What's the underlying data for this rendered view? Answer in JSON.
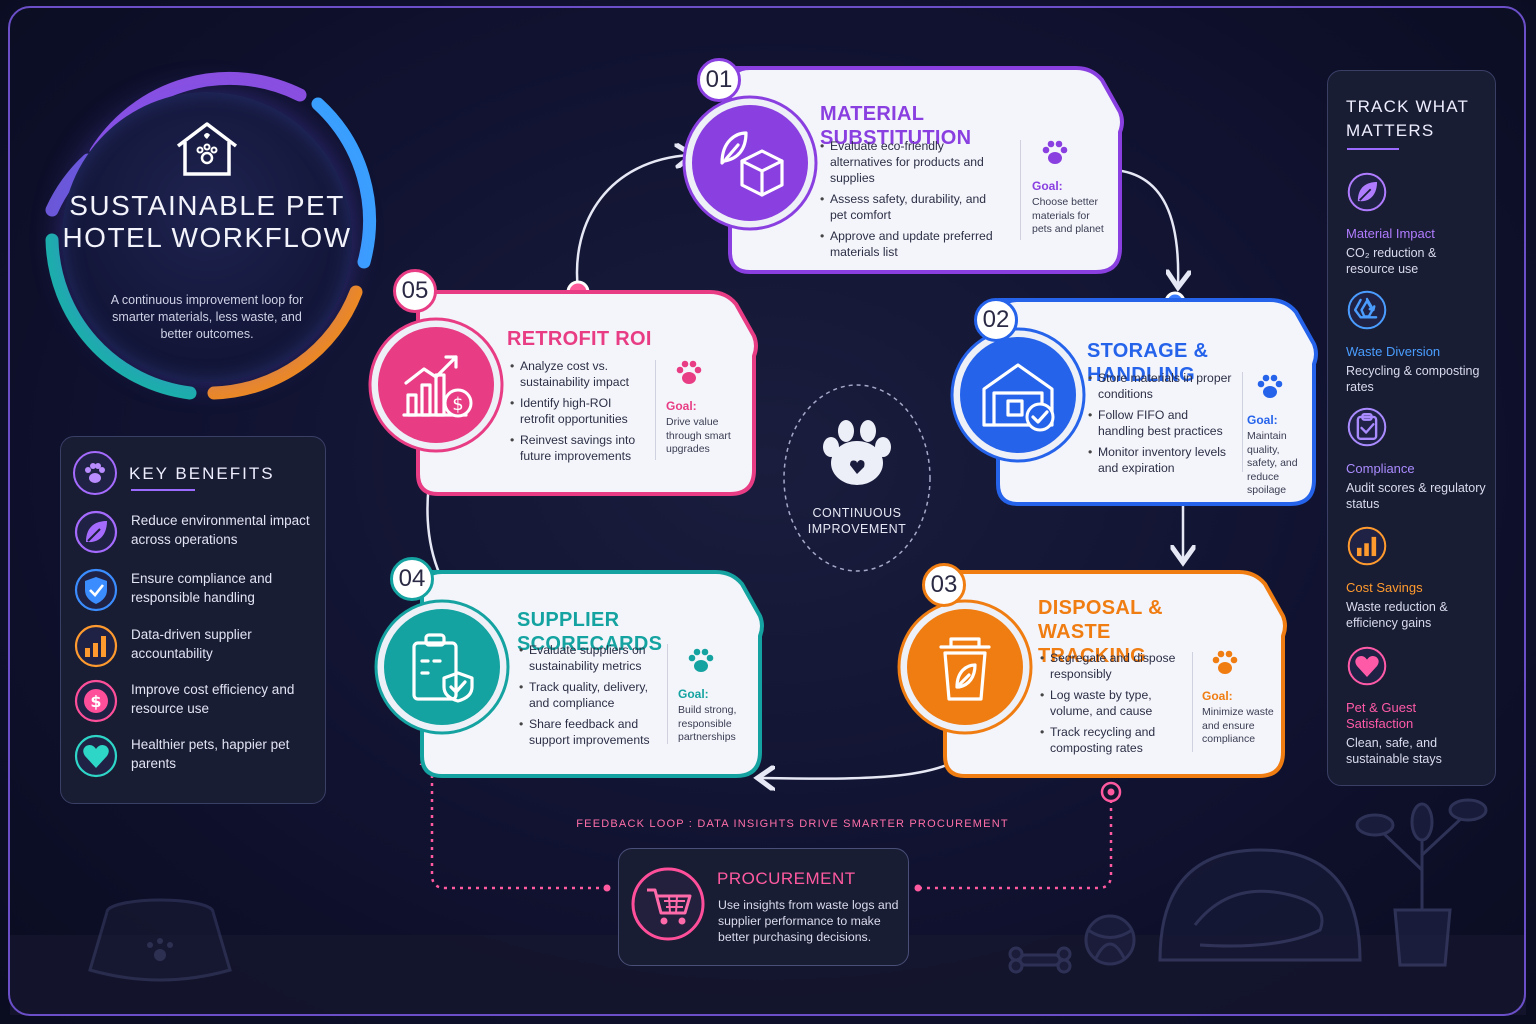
{
  "title": {
    "heading": "SUSTAINABLE PET HOTEL WORKFLOW",
    "subtitle": "A continuous improvement loop for smarter materials, less waste, and better outcomes."
  },
  "key_benefits": {
    "title": "KEY BENEFITS",
    "items": [
      {
        "icon": "leaf-icon",
        "color": "#a56bff",
        "text": "Reduce environmental impact across operations"
      },
      {
        "icon": "shield-check-icon",
        "color": "#3b8dff",
        "text": "Ensure compliance and responsible handling"
      },
      {
        "icon": "bar-chart-icon",
        "color": "#ff9a2e",
        "text": "Data-driven supplier accountability"
      },
      {
        "icon": "dollar-icon",
        "color": "#ff4f9a",
        "text": "Improve cost efficiency and resource use"
      },
      {
        "icon": "heart-icon",
        "color": "#2ed6c8",
        "text": "Healthier pets, happier pet parents"
      }
    ]
  },
  "track": {
    "title": "TRACK WHAT MATTERS",
    "items": [
      {
        "icon": "leaf-icon",
        "color": "#b07cff",
        "label": "Material Impact",
        "desc": "CO₂ reduction & resource use"
      },
      {
        "icon": "recycle-icon",
        "color": "#4a9dff",
        "label": "Waste Diversion",
        "desc": "Recycling & composting rates"
      },
      {
        "icon": "clipboard-check-icon",
        "color": "#a98bff",
        "label": "Compliance",
        "desc": "Audit scores & regulatory status"
      },
      {
        "icon": "bar-chart-icon",
        "color": "#ff9a2e",
        "label": "Cost Savings",
        "desc": "Waste reduction & efficiency gains"
      },
      {
        "icon": "heart-icon",
        "color": "#ff5aa8",
        "label": "Pet & Guest Satisfaction",
        "desc": "Clean, safe, and sustainable stays"
      }
    ]
  },
  "steps": [
    {
      "num": "01",
      "title": "MATERIAL SUBSTITUTION",
      "color": "#8a3fe0",
      "icon": "leaf-box-icon",
      "bullets": [
        "Evaluate eco-friendly alternatives for products and supplies",
        "Assess safety, durability, and pet comfort",
        "Approve and update preferred materials list"
      ],
      "goal_label": "Goal:",
      "goal": "Choose better materials for pets and planet"
    },
    {
      "num": "02",
      "title": "STORAGE & HANDLING",
      "color": "#2563eb",
      "icon": "warehouse-icon",
      "bullets": [
        "Store materials in proper conditions",
        "Follow FIFO and handling best practices",
        "Monitor inventory levels and expiration"
      ],
      "goal_label": "Goal:",
      "goal": "Maintain quality, safety, and reduce spoilage"
    },
    {
      "num": "03",
      "title": "DISPOSAL & WASTE TRACKING",
      "color": "#f07d12",
      "icon": "trash-leaf-icon",
      "bullets": [
        "Segregate and dispose responsibly",
        "Log waste by type, volume, and cause",
        "Track recycling and composting rates"
      ],
      "goal_label": "Goal:",
      "goal": "Minimize waste and ensure compliance"
    },
    {
      "num": "04",
      "title": "SUPPLIER SCORECARDS",
      "color": "#14a3a0",
      "icon": "clipboard-shield-icon",
      "bullets": [
        "Evaluate suppliers on sustainability metrics",
        "Track quality, delivery, and compliance",
        "Share feedback and support improvements"
      ],
      "goal_label": "Goal:",
      "goal": "Build strong, responsible partnerships"
    },
    {
      "num": "05",
      "title": "RETROFIT ROI",
      "color": "#e83d84",
      "icon": "growth-chart-icon",
      "bullets": [
        "Analyze cost vs. sustainability impact",
        "Identify high-ROI retrofit opportunities",
        "Reinvest savings into future improvements"
      ],
      "goal_label": "Goal:",
      "goal": "Drive value through smart upgrades"
    }
  ],
  "center": {
    "label": "CONTINUOUS IMPROVEMENT",
    "icon": "paw-heart-icon"
  },
  "feedback": "FEEDBACK LOOP : DATA INSIGHTS DRIVE SMARTER PROCUREMENT",
  "procurement": {
    "title": "PROCUREMENT",
    "text": "Use insights from waste logs and supplier performance to make better purchasing decisions.",
    "icon": "cart-icon",
    "color": "#ff4f9a"
  }
}
